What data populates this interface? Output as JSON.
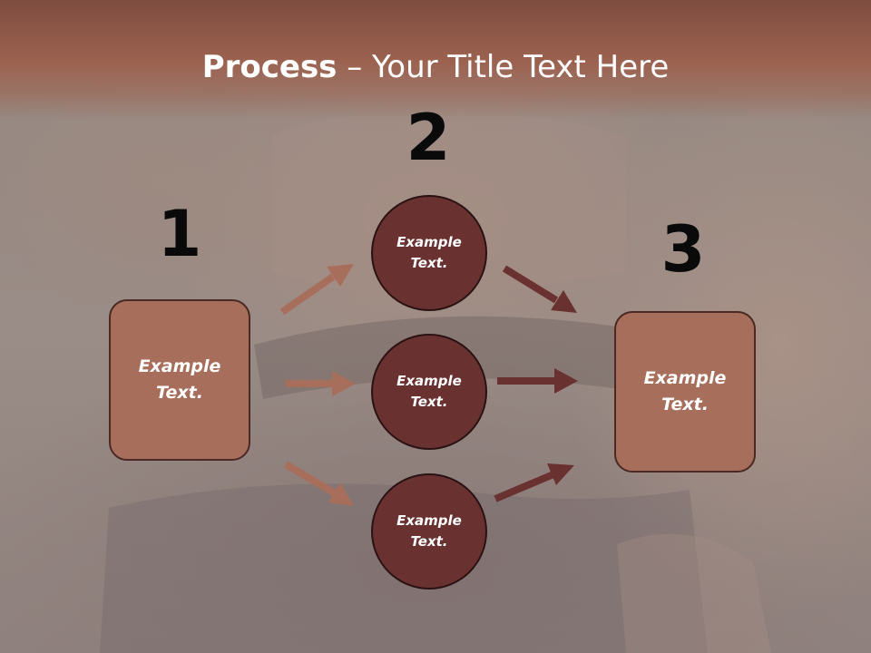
{
  "title": {
    "bold": "Process",
    "rest": " – Your Title Text Here"
  },
  "steps": {
    "one": "1",
    "two": "2",
    "three": "3"
  },
  "nodes": {
    "left_box": "Example Text.",
    "circle_top": "Example Text.",
    "circle_middle": "Example Text.",
    "circle_bottom": "Example Text.",
    "right_box": "Example Text."
  },
  "colors": {
    "title_band": "#9c6250",
    "box_fill": "#a86e5c",
    "circle_fill": "#6a3131",
    "arrow_light": "#a86e5c",
    "arrow_dark": "#6a3131"
  }
}
